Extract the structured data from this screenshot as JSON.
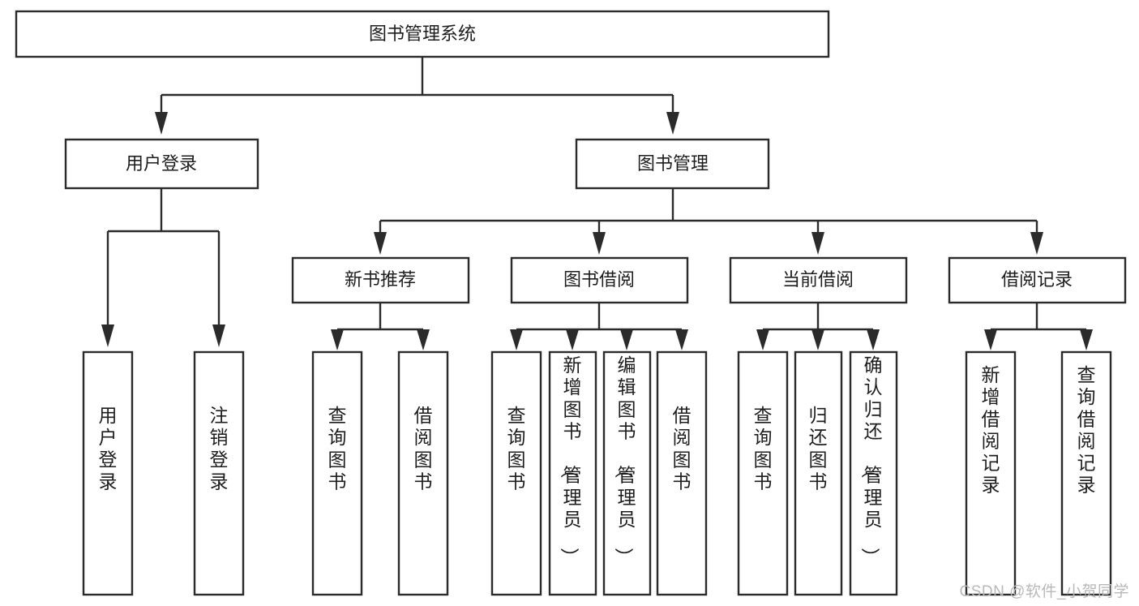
{
  "diagram": {
    "title": "图书管理系统",
    "watermark": "CSDN @软件_小贺同学",
    "colors": {
      "stroke": "#2b2b2b",
      "fill": "#ffffff",
      "text": "#1d1d1d",
      "watermark": "#b8b8b8",
      "background": "#ffffff"
    },
    "root": {
      "label": "图书管理系统"
    },
    "level2": [
      {
        "label": "用户登录"
      },
      {
        "label": "图书管理"
      }
    ],
    "level3": [
      {
        "label": "新书推荐"
      },
      {
        "label": "图书借阅"
      },
      {
        "label": "当前借阅"
      },
      {
        "label": "借阅记录"
      }
    ],
    "leaves": {
      "user_login": [
        {
          "label": "用户登录"
        },
        {
          "label": "注销登录"
        }
      ],
      "new_book_recommend": [
        {
          "label": "查询图书"
        },
        {
          "label": "借阅图书"
        }
      ],
      "book_borrow": [
        {
          "label": "查询图书"
        },
        {
          "label": "新增图书（管理员）"
        },
        {
          "label": "编辑图书（管理员）"
        },
        {
          "label": "借阅图书"
        }
      ],
      "current_borrow": [
        {
          "label": "查询图书"
        },
        {
          "label": "归还图书"
        },
        {
          "label": "确认归还（管理员）"
        }
      ],
      "borrow_records": [
        {
          "label": "新增借阅记录"
        },
        {
          "label": "查询借阅记录"
        }
      ]
    }
  }
}
